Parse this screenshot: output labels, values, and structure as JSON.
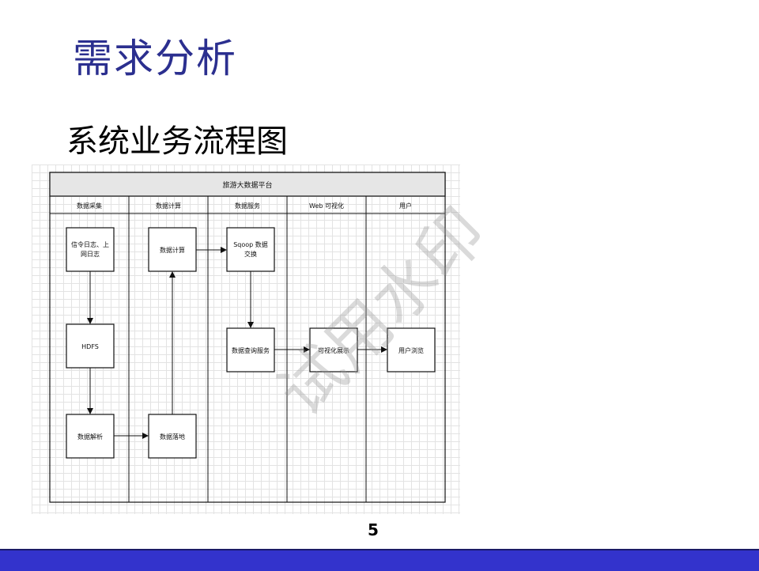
{
  "slide": {
    "title": "需求分析",
    "subtitle": "系统业务流程图",
    "page_number": "5",
    "watermark": "试用水印",
    "footer_color": "#3333cc",
    "title_color": "#2b2f8f"
  },
  "diagram": {
    "title": "旅游大数据平台",
    "lanes": [
      "数据采集",
      "数据计算",
      "数据服务",
      "Web 可视化",
      "用户"
    ],
    "nodes": {
      "log": [
        "信令日志、上",
        "网日志"
      ],
      "hdfs": [
        "HDFS"
      ],
      "parse": [
        "数据解析"
      ],
      "land": [
        "数据落地"
      ],
      "compute": [
        "数据计算"
      ],
      "sqoop": [
        "Sqoop 数据",
        "交换"
      ],
      "query": [
        "数据查询服务"
      ],
      "display": [
        "可视化展示"
      ],
      "browse": [
        "用户浏览"
      ]
    }
  }
}
